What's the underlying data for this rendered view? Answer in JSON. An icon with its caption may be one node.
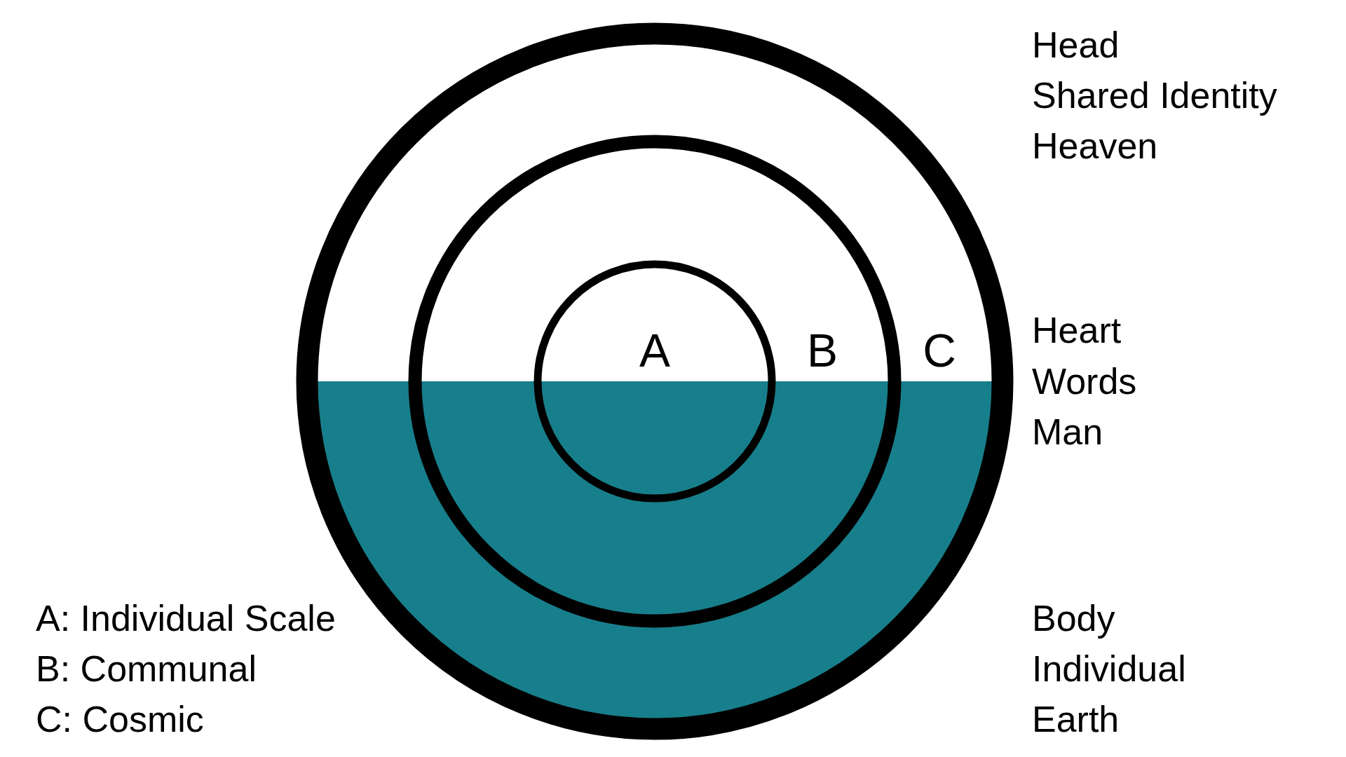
{
  "diagram": {
    "nodes": [
      {
        "text": [
          "C"
        ]
      },
      {
        "text": [
          "B"
        ],
        "in": 0
      },
      {
        "text": [
          "A"
        ],
        "in": 1
      }
    ],
    "edges": [],
    "labels": [
      "Head",
      "Shared Identity",
      "Heaven",
      "Heart",
      "Words",
      "Man",
      "A: Individual Scale",
      "Body",
      "B: Communal",
      "Individual",
      "C: Cosmic",
      "Earth"
    ]
  }
}
